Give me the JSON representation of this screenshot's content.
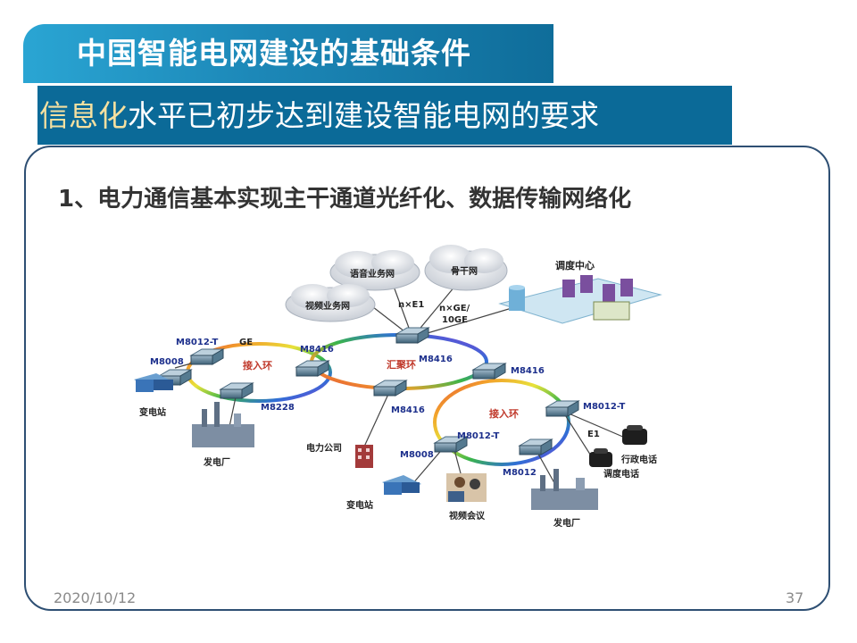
{
  "slide": {
    "title": "中国智能电网建设的基础条件",
    "subtitle_highlight": "信息化",
    "subtitle_rest": "水平已初步达到建设智能电网的要求",
    "point": "1、电力通信基本实现主干通道光纤化、数据传输网络化",
    "date": "2020/10/12",
    "page": "37"
  },
  "diagram": {
    "clouds": [
      "语音业务网",
      "骨干网",
      "视频业务网"
    ],
    "links": [
      "n×E1",
      "n×GE/",
      "10GE",
      "GE",
      "E1"
    ],
    "rings": [
      "接入环",
      "汇聚环",
      "接入环"
    ],
    "devices": [
      "M8012-T",
      "M8008",
      "M8228",
      "M8416",
      "M8416",
      "M8416",
      "M8416",
      "M8012-T",
      "M8012-T",
      "M8012",
      "M8008"
    ],
    "sites": [
      "调度中心",
      "变电站",
      "发电厂",
      "电力公司",
      "变电站",
      "视频会议",
      "发电厂",
      "行政电话",
      "调度电话"
    ]
  }
}
